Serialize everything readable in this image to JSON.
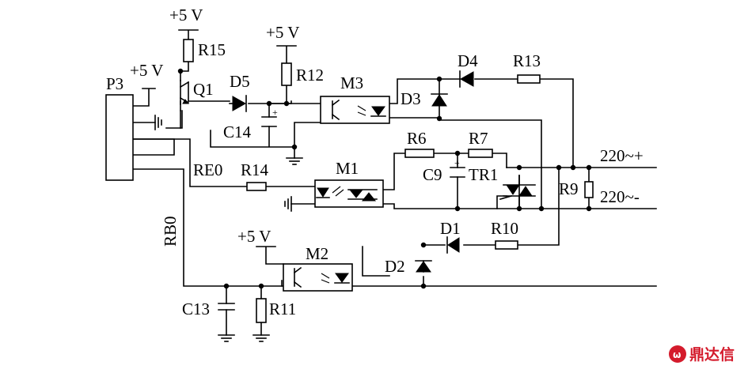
{
  "labels": {
    "p3": "P3",
    "q1": "Q1",
    "d5": "D5",
    "c14": "C14",
    "r15": "R15",
    "r12": "R12",
    "m3": "M3",
    "d3": "D3",
    "d4": "D4",
    "r13": "R13",
    "r6": "R6",
    "r7": "R7",
    "c9": "C9",
    "tr1": "TR1",
    "r9": "R9",
    "re0": "RE0",
    "r14": "R14",
    "m1": "M1",
    "rb0": "RB0",
    "m2": "M2",
    "d1": "D1",
    "r10": "R10",
    "d2": "D2",
    "c13": "C13",
    "r11": "R11",
    "ac_plus": "220~+",
    "ac_minus": "220~-",
    "plus": "+",
    "vcc_r15": "+5 V",
    "vcc_r12": "+5 V",
    "vcc_p3": "+5 V",
    "vcc_m2": "+5 V"
  },
  "watermark": {
    "text": "鼎达信",
    "color": "#d41b2c"
  },
  "colors": {
    "wire": "#000000",
    "background": "#ffffff"
  }
}
